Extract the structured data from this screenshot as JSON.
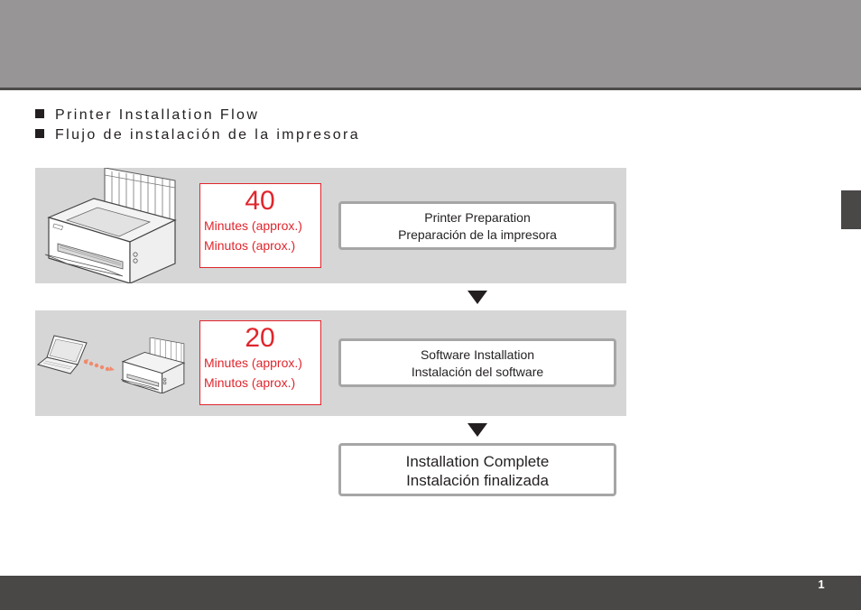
{
  "headings": {
    "english": "Printer Installation Flow",
    "spanish": "Flujo de instalación de la impresora"
  },
  "steps": [
    {
      "time_minutes": "40",
      "time_unit_en": "Minutes (approx.)",
      "time_unit_es": "Minutos (aprox.)",
      "title_en": "Printer Preparation",
      "title_es": "Preparación de la impresora"
    },
    {
      "time_minutes": "20",
      "time_unit_en": "Minutes (approx.)",
      "time_unit_es": "Minutos (aprox.)",
      "title_en": "Software Installation",
      "title_es": "Instalación del software"
    }
  ],
  "final_step": {
    "title_en": "Installation Complete",
    "title_es": "Instalación finalizada"
  },
  "page_number": "1",
  "colors": {
    "header_band": "#979595",
    "footer_band": "#4a4747",
    "panel": "#d6d6d6",
    "time_accent": "#e0262d",
    "step_border": "#a6a6a6",
    "connection_dots": "#f08a6c"
  },
  "icons": [
    "printer-illustration",
    "laptop-illustration",
    "wireless-connection-icon",
    "down-arrow-icon"
  ]
}
